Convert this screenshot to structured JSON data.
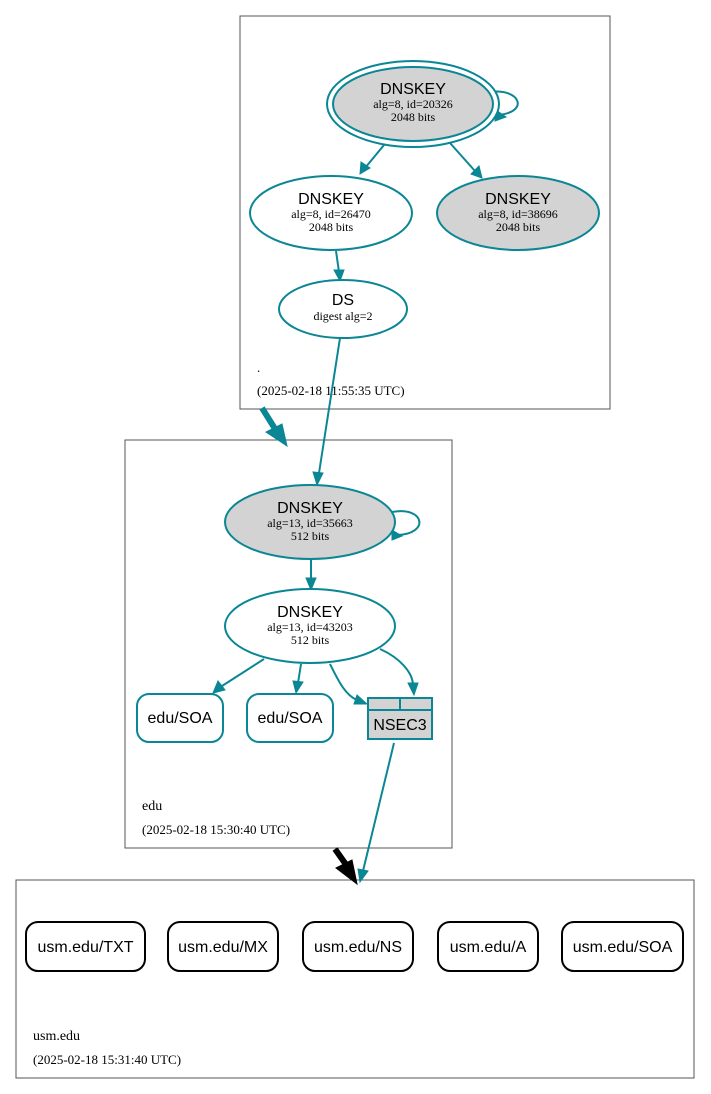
{
  "zones": {
    "root": {
      "name": ".",
      "timestamp": "(2025-02-18 11:55:35 UTC)"
    },
    "edu": {
      "name": "edu",
      "timestamp": "(2025-02-18 15:30:40 UTC)"
    },
    "usm": {
      "name": "usm.edu",
      "timestamp": "(2025-02-18 15:31:40 UTC)"
    }
  },
  "nodes": {
    "root_ksk": {
      "title": "DNSKEY",
      "line1": "alg=8, id=20326",
      "line2": "2048 bits"
    },
    "root_zsk1": {
      "title": "DNSKEY",
      "line1": "alg=8, id=26470",
      "line2": "2048 bits"
    },
    "root_zsk2": {
      "title": "DNSKEY",
      "line1": "alg=8, id=38696",
      "line2": "2048 bits"
    },
    "edu_ds": {
      "title": "DS",
      "line1": "digest alg=2"
    },
    "edu_ksk": {
      "title": "DNSKEY",
      "line1": "alg=13, id=35663",
      "line2": "512 bits"
    },
    "edu_zsk": {
      "title": "DNSKEY",
      "line1": "alg=13, id=43203",
      "line2": "512 bits"
    },
    "edu_soa1": {
      "label": "edu/SOA"
    },
    "edu_soa2": {
      "label": "edu/SOA"
    },
    "nsec3": {
      "label": "NSEC3"
    }
  },
  "usm_records": [
    {
      "label": "usm.edu/TXT"
    },
    {
      "label": "usm.edu/MX"
    },
    {
      "label": "usm.edu/NS"
    },
    {
      "label": "usm.edu/A"
    },
    {
      "label": "usm.edu/SOA"
    }
  ],
  "colors": {
    "edge": "#0a8694",
    "grey_fill": "#d3d3d3",
    "delegation_insecure": "#000000"
  }
}
